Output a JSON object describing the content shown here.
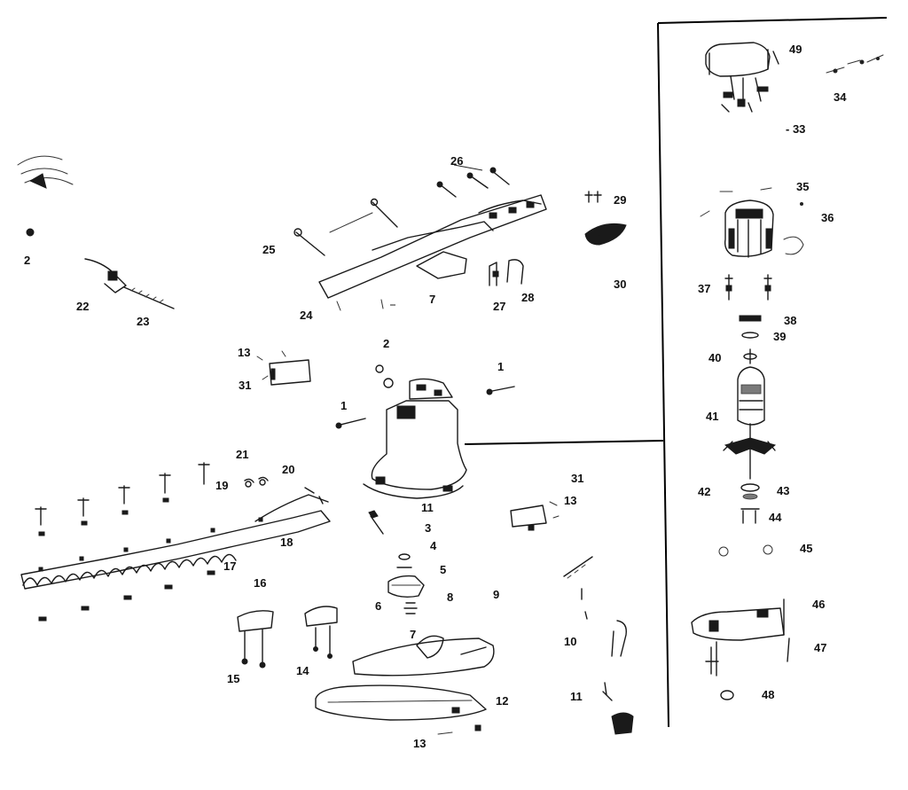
{
  "labels": [
    {
      "id": "lbl-49",
      "text": "49"
    },
    {
      "id": "lbl-34",
      "text": "34"
    },
    {
      "id": "lbl-33",
      "text": "- 33"
    },
    {
      "id": "lbl-35",
      "text": "35"
    },
    {
      "id": "lbl-36",
      "text": "36"
    },
    {
      "id": "lbl-37",
      "text": "37"
    },
    {
      "id": "lbl-38",
      "text": "38"
    },
    {
      "id": "lbl-39",
      "text": "39"
    },
    {
      "id": "lbl-40",
      "text": "40"
    },
    {
      "id": "lbl-41",
      "text": "41"
    },
    {
      "id": "lbl-42",
      "text": "42"
    },
    {
      "id": "lbl-43",
      "text": "43"
    },
    {
      "id": "lbl-44",
      "text": "44"
    },
    {
      "id": "lbl-45",
      "text": "45"
    },
    {
      "id": "lbl-46",
      "text": "46"
    },
    {
      "id": "lbl-47",
      "text": "47"
    },
    {
      "id": "lbl-48",
      "text": "48"
    },
    {
      "id": "lbl-26",
      "text": "26"
    },
    {
      "id": "lbl-29",
      "text": "29"
    },
    {
      "id": "lbl-25",
      "text": "25"
    },
    {
      "id": "lbl-30",
      "text": "30"
    },
    {
      "id": "lbl-7a",
      "text": "7"
    },
    {
      "id": "lbl-27",
      "text": "27"
    },
    {
      "id": "lbl-28",
      "text": "28"
    },
    {
      "id": "lbl-24",
      "text": "24"
    },
    {
      "id": "lbl-2a",
      "text": "2"
    },
    {
      "id": "lbl-22",
      "text": "22"
    },
    {
      "id": "lbl-23",
      "text": "23"
    },
    {
      "id": "lbl-2b",
      "text": "2"
    },
    {
      "id": "lbl-13a",
      "text": "13"
    },
    {
      "id": "lbl-31a",
      "text": "31"
    },
    {
      "id": "lbl-1a",
      "text": "1"
    },
    {
      "id": "lbl-1b",
      "text": "1"
    },
    {
      "id": "lbl-21",
      "text": "21"
    },
    {
      "id": "lbl-20",
      "text": "20"
    },
    {
      "id": "lbl-19",
      "text": "19"
    },
    {
      "id": "lbl-31b",
      "text": "31"
    },
    {
      "id": "lbl-13b",
      "text": "13"
    },
    {
      "id": "lbl-11a",
      "text": "11"
    },
    {
      "id": "lbl-3",
      "text": "3"
    },
    {
      "id": "lbl-4",
      "text": "4"
    },
    {
      "id": "lbl-18",
      "text": "18"
    },
    {
      "id": "lbl-17",
      "text": "17"
    },
    {
      "id": "lbl-5",
      "text": "5"
    },
    {
      "id": "lbl-16",
      "text": "16"
    },
    {
      "id": "lbl-6",
      "text": "6"
    },
    {
      "id": "lbl-8",
      "text": "8"
    },
    {
      "id": "lbl-9",
      "text": "9"
    },
    {
      "id": "lbl-7b",
      "text": "7"
    },
    {
      "id": "lbl-10",
      "text": "10"
    },
    {
      "id": "lbl-15",
      "text": "15"
    },
    {
      "id": "lbl-14",
      "text": "14"
    },
    {
      "id": "lbl-11b",
      "text": "11"
    },
    {
      "id": "lbl-12",
      "text": "12"
    },
    {
      "id": "lbl-13c",
      "text": "13"
    }
  ],
  "colors": {
    "ink": "#1a1a1a",
    "background": "#ffffff"
  }
}
